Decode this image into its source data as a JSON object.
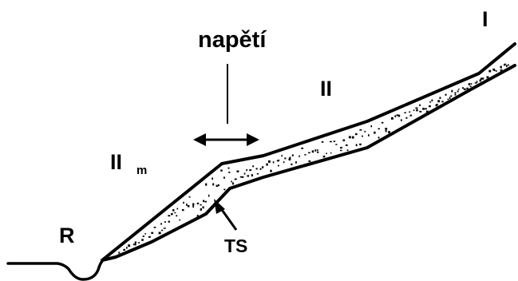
{
  "labels": {
    "stress": "napětí",
    "terrace_1": "I",
    "terrace_2": "II",
    "terrace_2m": "II",
    "terrace_2m_sub": "m",
    "river": "R",
    "transition_slope": "TS"
  },
  "colors": {
    "ink": "#000000",
    "background": "#ffffff"
  }
}
